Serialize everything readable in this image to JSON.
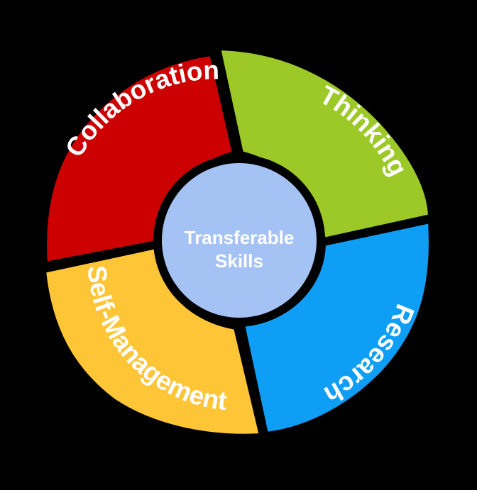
{
  "diagram": {
    "center": {
      "lines": [
        "Transferable",
        "Skills"
      ],
      "color": "#a4c2f4"
    },
    "segments": [
      {
        "label": "Collaboration",
        "color": "#cc0000"
      },
      {
        "label": "Thinking",
        "color": "#9cc927"
      },
      {
        "label": "Research",
        "color": "#0f9ef5"
      },
      {
        "label": "Self-Management",
        "color": "#fec537"
      }
    ],
    "background": "#000000",
    "outline": "#000000"
  }
}
